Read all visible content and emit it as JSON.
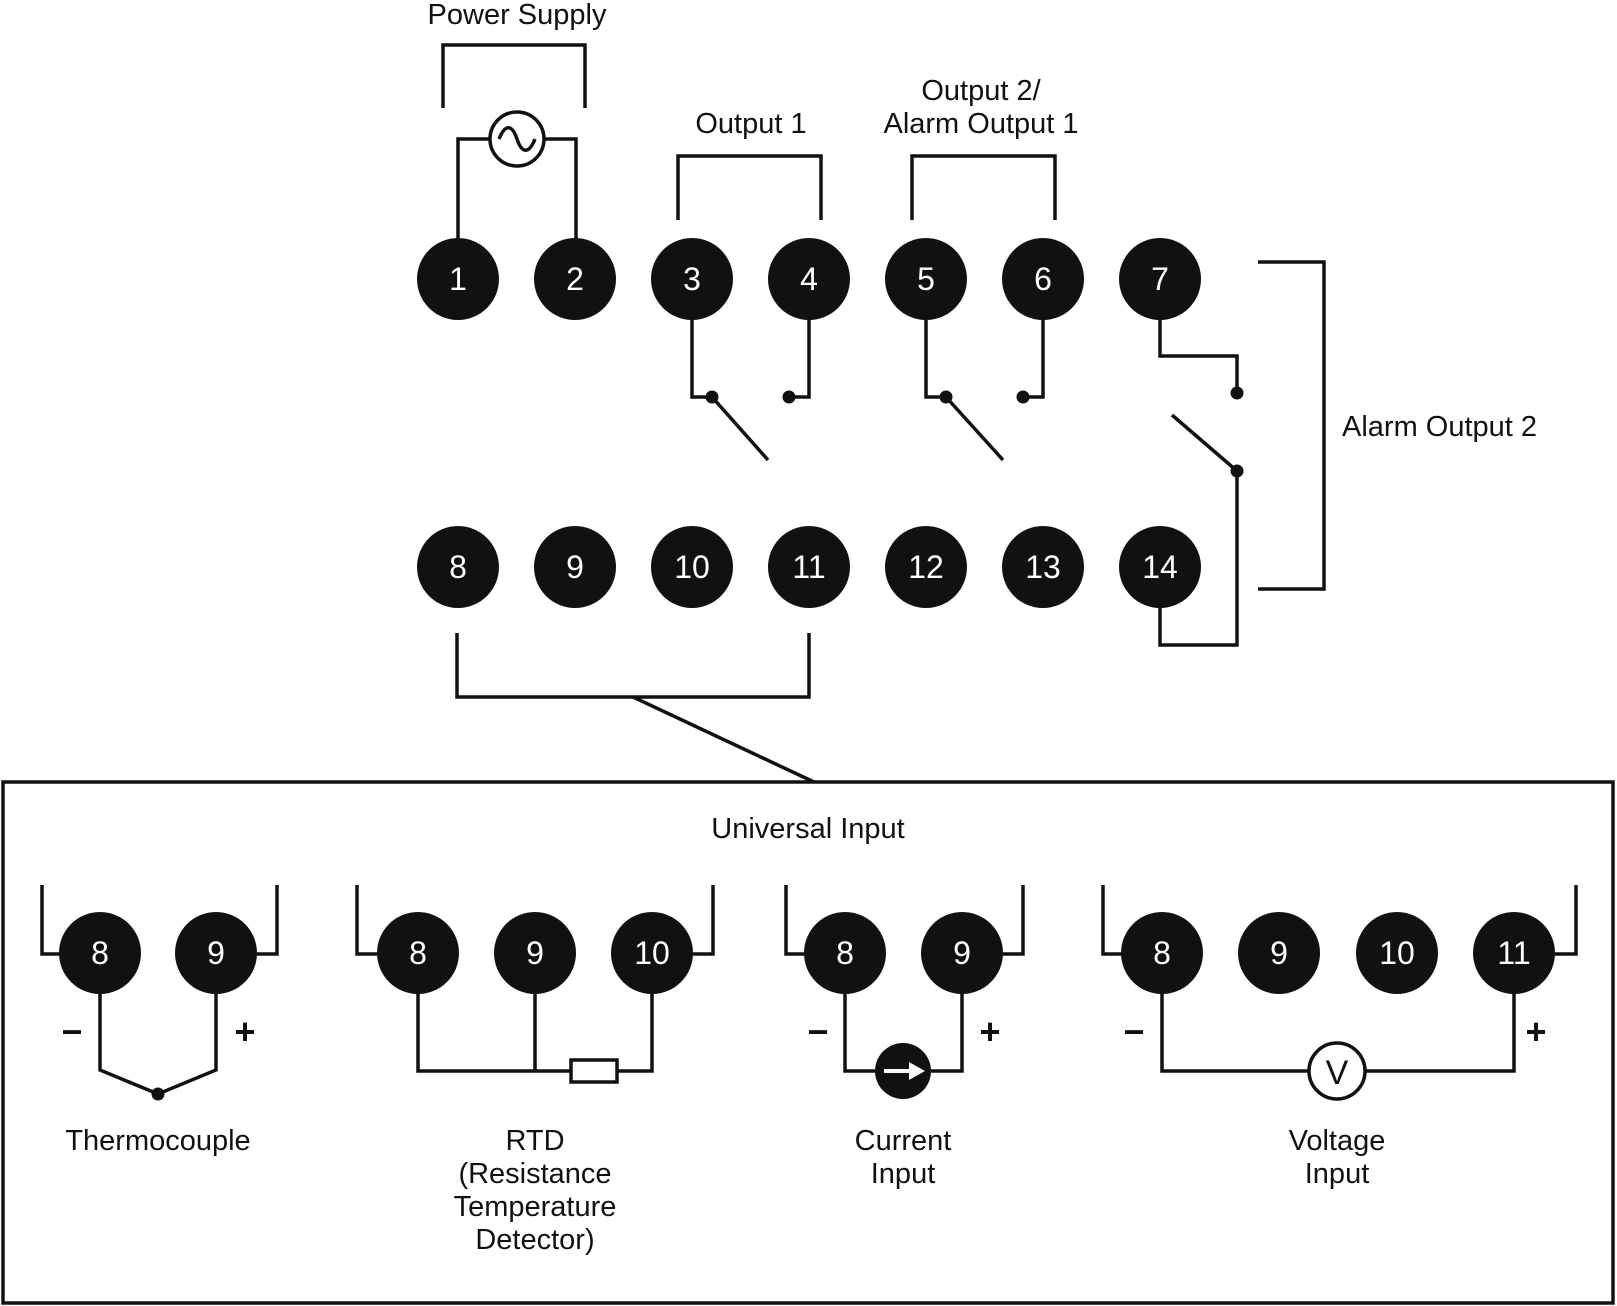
{
  "labels": {
    "power_supply": "Power Supply",
    "output1": "Output 1",
    "output2_line1": "Output 2/",
    "output2_line2": "Alarm Output 1",
    "alarm_output2": "Alarm Output 2",
    "universal_input": "Universal Input"
  },
  "terminals_top": [
    "1",
    "2",
    "3",
    "4",
    "5",
    "6",
    "7"
  ],
  "terminals_bottom": [
    "8",
    "9",
    "10",
    "11",
    "12",
    "13",
    "14"
  ],
  "inputs": {
    "thermocouple": {
      "terminals": [
        "8",
        "9"
      ],
      "minus": "−",
      "plus": "+",
      "label": [
        "Thermocouple"
      ]
    },
    "rtd": {
      "terminals": [
        "8",
        "9",
        "10"
      ],
      "label": [
        "RTD",
        "(Resistance",
        "Temperature",
        "Detector)"
      ]
    },
    "current": {
      "terminals": [
        "8",
        "9"
      ],
      "minus": "−",
      "plus": "+",
      "label": [
        "Current",
        "Input"
      ]
    },
    "voltage": {
      "terminals": [
        "8",
        "9",
        "10",
        "11"
      ],
      "minus": "−",
      "plus": "+",
      "meter_symbol": "V",
      "label": [
        "Voltage",
        "Input"
      ]
    }
  },
  "colors": {
    "ink": "#111111",
    "background": "#ffffff",
    "terminal_text": "#ffffff"
  }
}
